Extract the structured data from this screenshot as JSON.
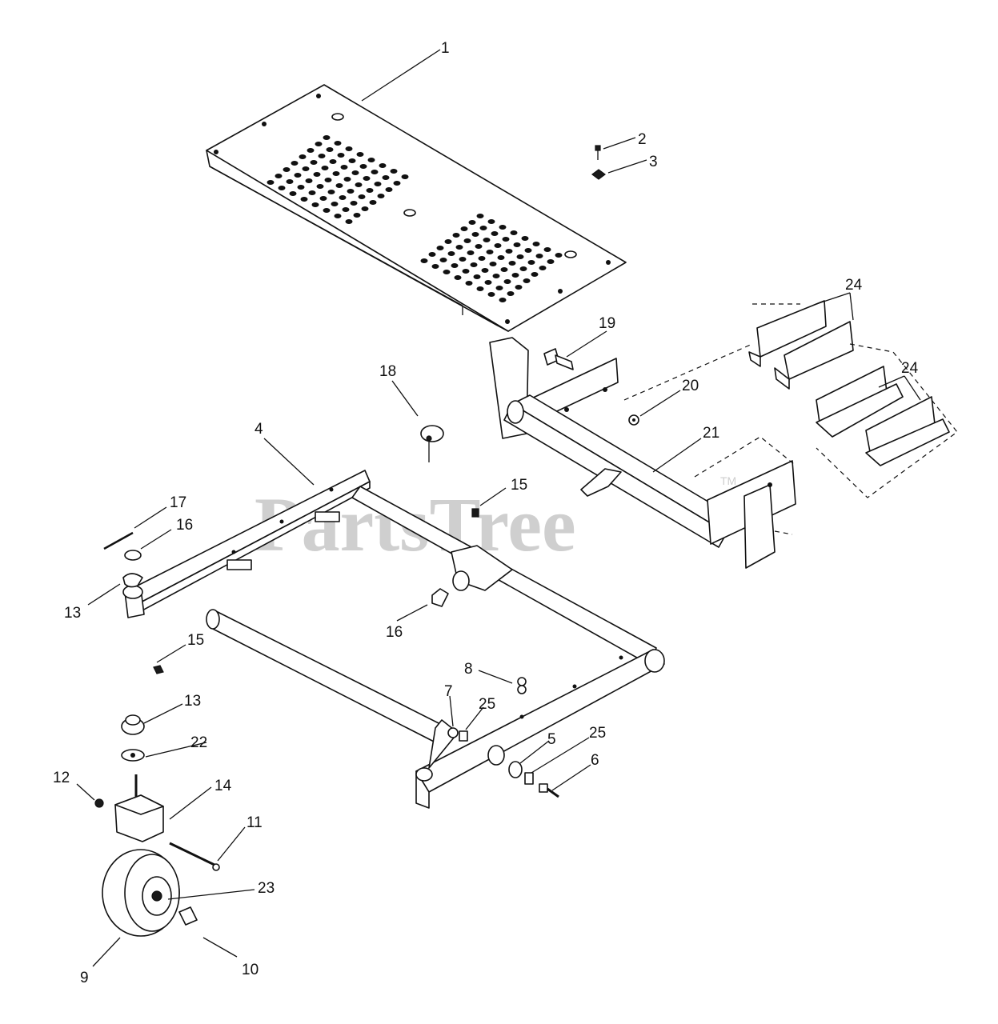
{
  "watermark": {
    "text": "PartsTree",
    "trademark": "TM"
  },
  "callouts": {
    "c1": "1",
    "c2": "2",
    "c3": "3",
    "c4": "4",
    "c5": "5",
    "c6": "6",
    "c7": "7",
    "c8": "8",
    "c9": "9",
    "c10": "10",
    "c11": "11",
    "c12": "12",
    "c13a": "13",
    "c13b": "13",
    "c14": "14",
    "c15a": "15",
    "c15b": "15",
    "c16a": "16",
    "c16b": "16",
    "c17": "17",
    "c18": "18",
    "c19": "19",
    "c20": "20",
    "c21": "21",
    "c22": "22",
    "c23": "23",
    "c24a": "24",
    "c24b": "24",
    "c25a": "25",
    "c25b": "25"
  }
}
